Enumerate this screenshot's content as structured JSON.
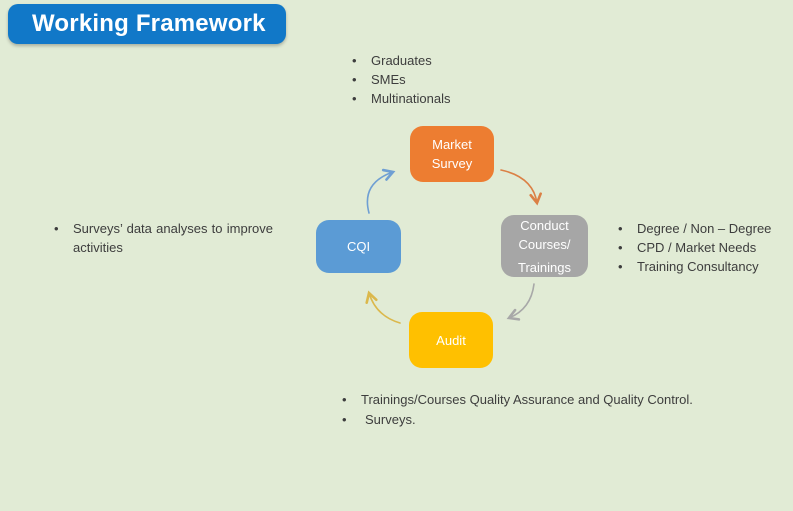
{
  "slide": {
    "title": "Working Framework",
    "colors": {
      "background": "#e1ebd5",
      "title_bg": "#1178c8",
      "title_text": "#ffffff",
      "body_text": "#3d3d3d"
    }
  },
  "lists": {
    "top": {
      "items": [
        "Graduates",
        "SMEs",
        "Multinationals"
      ]
    },
    "right": {
      "items": [
        "Degree / Non – Degree",
        "CPD / Market Needs",
        "Training Consultancy"
      ]
    },
    "left": {
      "items": [
        "Surveys’ data analyses to improve activities"
      ]
    },
    "bottom": {
      "items": [
        "Trainings/Courses Quality Assurance and Quality Control.",
        "Surveys."
      ]
    }
  },
  "cycle": {
    "nodes": {
      "market": {
        "label": "Market Survey",
        "lines": [
          "Market",
          "Survey"
        ],
        "color": "#ED7D31"
      },
      "conduct": {
        "label": "Conduct Courses/ Trainings",
        "lines": [
          "Conduct",
          "Courses/",
          "Trainings"
        ],
        "color": "#A6A6A6"
      },
      "audit": {
        "label": "Audit",
        "lines": [
          "Audit"
        ],
        "color": "#FFC000"
      },
      "cqi": {
        "label": "CQI",
        "lines": [
          "CQI"
        ],
        "color": "#5B9BD5"
      }
    },
    "arrows": [
      {
        "from": "CQI",
        "to": "Market Survey",
        "color": "#6F9FD3"
      },
      {
        "from": "Market Survey",
        "to": "Conduct Courses/Trainings",
        "color": "#DB8045"
      },
      {
        "from": "Conduct Courses/Trainings",
        "to": "Audit",
        "color": "#A8A8A8"
      },
      {
        "from": "Audit",
        "to": "CQI",
        "color": "#DBB84C"
      }
    ]
  }
}
